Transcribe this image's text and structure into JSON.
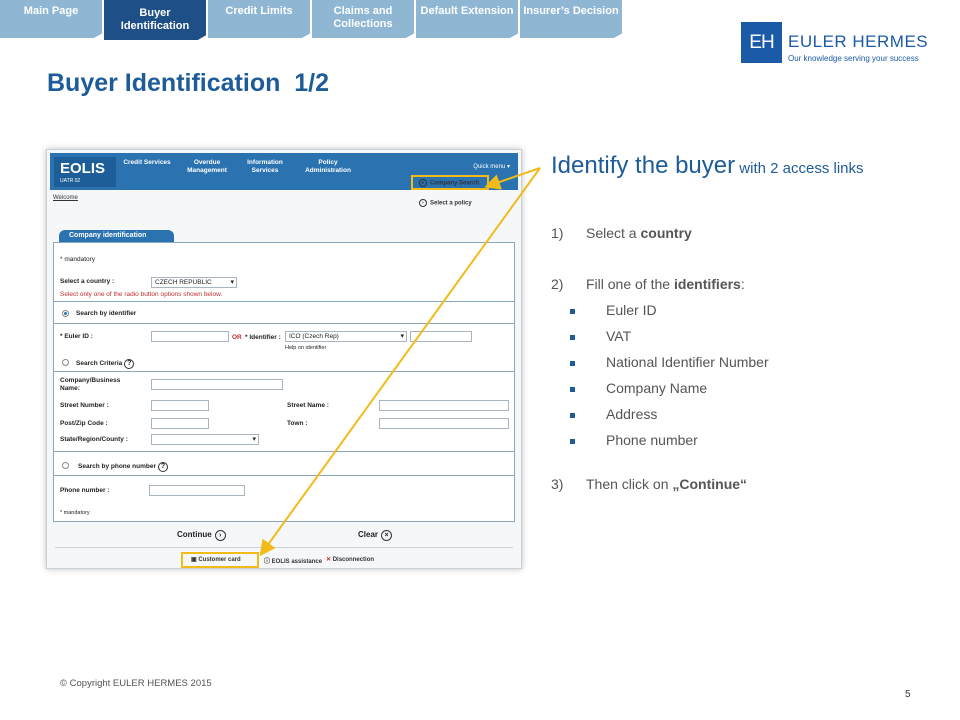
{
  "tabs": [
    {
      "label": "Main Page",
      "active": false
    },
    {
      "label": "Buyer Identification",
      "active": true
    },
    {
      "label": "Credit Limits",
      "active": false
    },
    {
      "label": "Claims and Collections",
      "active": false
    },
    {
      "label": "Default Extension",
      "active": false
    },
    {
      "label": "Insurer’s Decision",
      "active": false
    }
  ],
  "logo": {
    "mark": "EH",
    "name": "EULER HERMES",
    "tagline": "Our knowledge serving your success"
  },
  "title": "Buyer Identification  1/2",
  "screenshot": {
    "app_name": "EOLIS",
    "app_version": "UATR 02",
    "menu": [
      "Credit Services",
      "Overdue Management",
      "Information Services",
      "Policy Administration"
    ],
    "quick_menu": "Quick menu",
    "welcome": "Welcome",
    "company_search": "Company Search",
    "select_policy": "Select a policy",
    "form_tab": "Company identification",
    "mandatory": "* mandatory",
    "select_country_label": "Select a country :",
    "country_value": "CZECH REPUBLIC",
    "radio_note": "Select only one of the radio button options shown below.",
    "search_by_identifier": "Search by identifier",
    "euler_id_label": "* Euler ID :",
    "or_label": "OR",
    "identifier_label": "* Identifier :",
    "identifier_value": "ICO (Czech Rep)",
    "help_identifier": "Help on identifier",
    "search_criteria": "Search Criteria",
    "company_name_label": "Company/Business Name:",
    "street_number_label": "Street Number :",
    "street_name_label": "Street Name :",
    "postcode_label": "Post/Zip Code :",
    "town_label": "Town :",
    "state_label": "State/Region/County :",
    "search_by_phone": "Search by phone number",
    "phone_label": "Phone number :",
    "mandatory_bottom": "* mandatory",
    "continue": "Continue",
    "clear": "Clear",
    "customer_card": "Customer card",
    "eolis_assistance": "EOLIS assistance",
    "disconnection": "Disconnection"
  },
  "instructions": {
    "heading": "Identify the buyer",
    "heading_small": " with 2 access links",
    "step1_num": "1)",
    "step1_text": "Select a ",
    "step1_bold": "country",
    "step2_num": "2)",
    "step2_text": "Fill one of the ",
    "step2_bold": "identifiers",
    "step2_after": ":",
    "identifiers": [
      "Euler ID",
      "VAT",
      "National Identifier Number",
      "Company Name",
      "Address",
      "Phone number"
    ],
    "step3_num": "3)",
    "step3_text": "Then click on ",
    "step3_bold": "„Continue“"
  },
  "footer": {
    "copyright": "© Copyright EULER HERMES 2015",
    "page": "5"
  },
  "colors": {
    "accent": "#1e5c99",
    "tab_inactive": "#8fb7d4",
    "tab_active": "#1e4f86",
    "highlight": "#f2bb1a"
  }
}
